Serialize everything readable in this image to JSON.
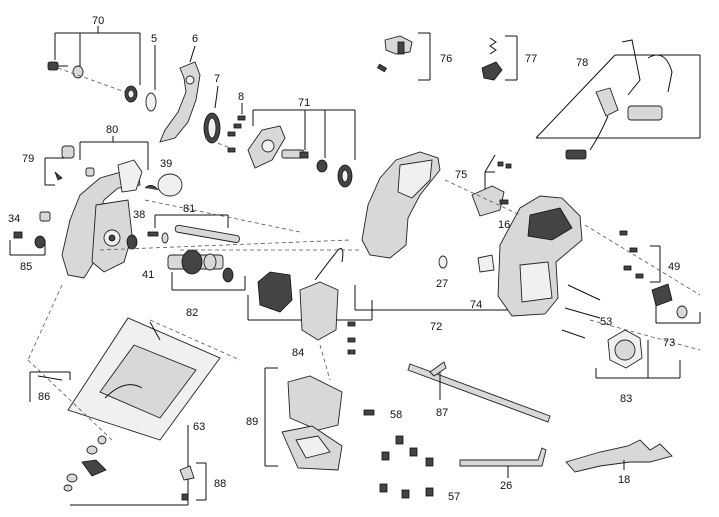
{
  "labels": {
    "p70": "70",
    "p5": "5",
    "p6": "6",
    "p7": "7",
    "p8": "8",
    "p71": "71",
    "p80": "80",
    "p79": "79",
    "p39": "39",
    "p38": "38",
    "p81": "81",
    "p34": "34",
    "p41": "41",
    "p85": "85",
    "p82": "82",
    "p84": "84",
    "p76": "76",
    "p77": "77",
    "p78": "78",
    "p75": "75",
    "p16": "16",
    "p49": "49",
    "p27": "27",
    "p74": "74",
    "p53": "53",
    "p72": "72",
    "p73": "73",
    "p83": "83",
    "p86": "86",
    "p63": "63",
    "p89": "89",
    "p58": "58",
    "p87": "87",
    "p26": "26",
    "p18": "18",
    "p88": "88",
    "p57": "57"
  }
}
